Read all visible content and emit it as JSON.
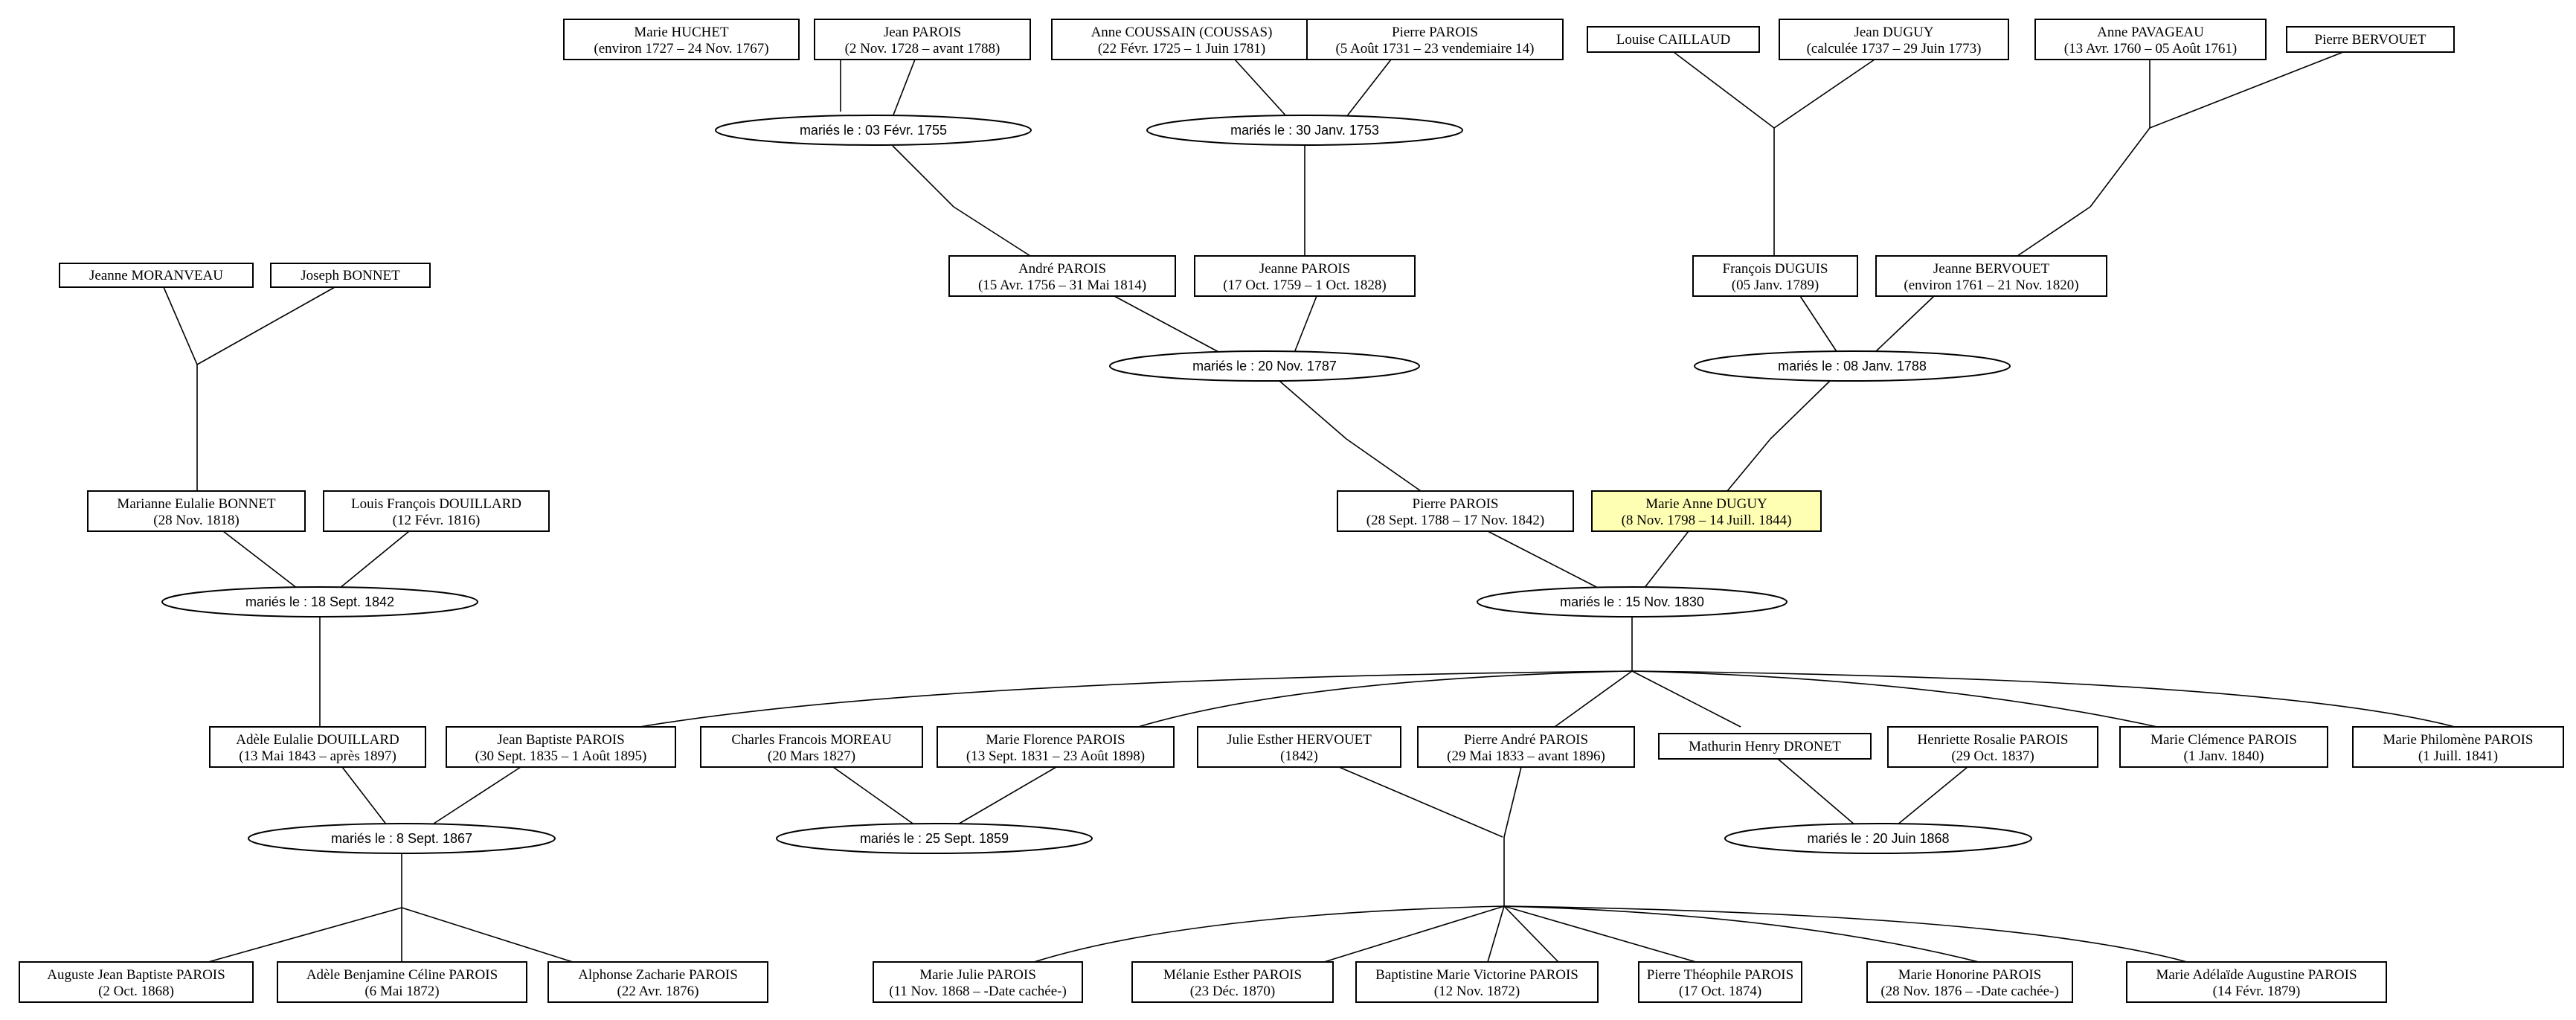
{
  "colors": {
    "line": "#000000",
    "box_border": "#000000",
    "box_fill": "#ffffff",
    "focus_fill": "#ffffb4",
    "background": "#ffffff"
  },
  "people": {
    "marie_huchet": {
      "line1": "Marie HUCHET",
      "line2": "(environ 1727 – 24 Nov. 1767)"
    },
    "jean_parois": {
      "line1": "Jean PAROIS",
      "line2": "(2 Nov. 1728 – avant 1788)"
    },
    "anne_coussain": {
      "line1": "Anne COUSSAIN (COUSSAS)",
      "line2": "(22 Févr. 1725 – 1 Juin 1781)"
    },
    "pierre_parois_1731": {
      "line1": "Pierre PAROIS",
      "line2": "(5 Août 1731 – 23 vendemiaire 14)"
    },
    "louise_caillaud": {
      "line1": "Louise CAILLAUD",
      "line2": ""
    },
    "jean_duguy": {
      "line1": "Jean DUGUY",
      "line2": "(calculée 1737 – 29 Juin 1773)"
    },
    "anne_pavageau": {
      "line1": "Anne PAVAGEAU",
      "line2": "(13 Avr. 1760 – 05 Août 1761)"
    },
    "pierre_bervouet": {
      "line1": "Pierre BERVOUET",
      "line2": ""
    },
    "jeanne_moranveau": {
      "line1": "Jeanne MORANVEAU",
      "line2": ""
    },
    "joseph_bonnet": {
      "line1": "Joseph BONNET",
      "line2": ""
    },
    "andre_parois": {
      "line1": "André PAROIS",
      "line2": "(15 Avr. 1756 – 31 Mai 1814)"
    },
    "jeanne_parois": {
      "line1": "Jeanne PAROIS",
      "line2": "(17 Oct. 1759 – 1 Oct. 1828)"
    },
    "francois_duguis": {
      "line1": "François DUGUIS",
      "line2": "(05 Janv. 1789)"
    },
    "jeanne_bervouet": {
      "line1": "Jeanne BERVOUET",
      "line2": "(environ 1761 – 21 Nov. 1820)"
    },
    "marianne_bonnet": {
      "line1": "Marianne Eulalie BONNET",
      "line2": "(28 Nov. 1818)"
    },
    "louis_douillard": {
      "line1": "Louis François DOUILLARD",
      "line2": "(12 Févr. 1816)"
    },
    "pierre_parois_1788": {
      "line1": "Pierre PAROIS",
      "line2": "(28 Sept. 1788 – 17 Nov. 1842)"
    },
    "marie_anne_duguy": {
      "line1": "Marie Anne DUGUY",
      "line2": "(8 Nov. 1798 – 14 Juill. 1844)"
    },
    "adele_douillard": {
      "line1": "Adèle Eulalie DOUILLARD",
      "line2": "(13 Mai 1843 – après 1897)"
    },
    "jean_baptiste_parois": {
      "line1": "Jean Baptiste PAROIS",
      "line2": "(30 Sept. 1835 – 1 Août 1895)"
    },
    "charles_moreau": {
      "line1": "Charles Francois MOREAU",
      "line2": "(20 Mars 1827)"
    },
    "marie_florence_parois": {
      "line1": "Marie Florence PAROIS",
      "line2": "(13 Sept. 1831 – 23 Août 1898)"
    },
    "julie_hervouet": {
      "line1": "Julie Esther HERVOUET",
      "line2": "(1842)"
    },
    "pierre_andre_parois": {
      "line1": "Pierre André PAROIS",
      "line2": "(29 Mai 1833 – avant 1896)"
    },
    "mathurin_dronet": {
      "line1": "Mathurin Henry DRONET",
      "line2": ""
    },
    "henriette_parois": {
      "line1": "Henriette Rosalie PAROIS",
      "line2": "(29 Oct. 1837)"
    },
    "marie_clemence_parois": {
      "line1": "Marie Clémence PAROIS",
      "line2": "(1 Janv. 1840)"
    },
    "marie_philomene_parois": {
      "line1": "Marie Philomène PAROIS",
      "line2": "(1 Juill. 1841)"
    },
    "auguste_parois": {
      "line1": "Auguste Jean Baptiste PAROIS",
      "line2": "(2 Oct. 1868)"
    },
    "adele_benjamine_parois": {
      "line1": "Adèle Benjamine Céline PAROIS",
      "line2": "(6 Mai 1872)"
    },
    "alphonse_parois": {
      "line1": "Alphonse Zacharie PAROIS",
      "line2": "(22 Avr. 1876)"
    },
    "marie_julie_parois": {
      "line1": "Marie Julie PAROIS",
      "line2": "(11 Nov. 1868 – -Date cachée-)"
    },
    "melanie_parois": {
      "line1": "Mélanie Esther PAROIS",
      "line2": "(23 Déc. 1870)"
    },
    "baptistine_parois": {
      "line1": "Baptistine Marie Victorine PAROIS",
      "line2": "(12 Nov. 1872)"
    },
    "pierre_theophile_parois": {
      "line1": "Pierre Théophile PAROIS",
      "line2": "(17 Oct. 1874)"
    },
    "marie_honorine_parois": {
      "line1": "Marie Honorine PAROIS",
      "line2": "(28 Nov. 1876 – -Date cachée-)"
    },
    "marie_adelaide_parois": {
      "line1": "Marie Adélaïde Augustine PAROIS",
      "line2": "(14 Févr. 1879)"
    }
  },
  "marriages": {
    "m1755": "mariés le : 03 Févr. 1755",
    "m1753": "mariés le : 30 Janv. 1753",
    "m1787": "mariés le : 20 Nov. 1787",
    "m1788": "mariés le : 08 Janv. 1788",
    "m1842": "mariés le : 18 Sept. 1842",
    "m1830": "mariés le : 15 Nov. 1830",
    "m1867": "mariés le : 8 Sept. 1867",
    "m1859": "mariés le : 25 Sept. 1859",
    "m1868": "mariés le : 20 Juin 1868"
  }
}
